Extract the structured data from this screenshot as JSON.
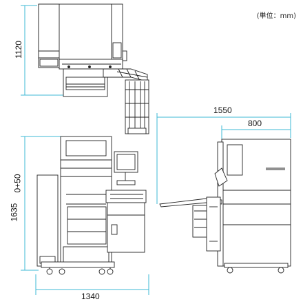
{
  "unit_note": "(単位：mm)",
  "dimensions": {
    "top_view_depth": "1120",
    "side_view_total_width": "1550",
    "side_view_body_width": "800",
    "front_view_height": "1635",
    "front_view_height_adjust": "0+50",
    "front_view_width": "1340"
  },
  "colors": {
    "dimension_line": "#3cb8d6",
    "machine_line": "#222222",
    "machine_fill": "#ffffff"
  }
}
